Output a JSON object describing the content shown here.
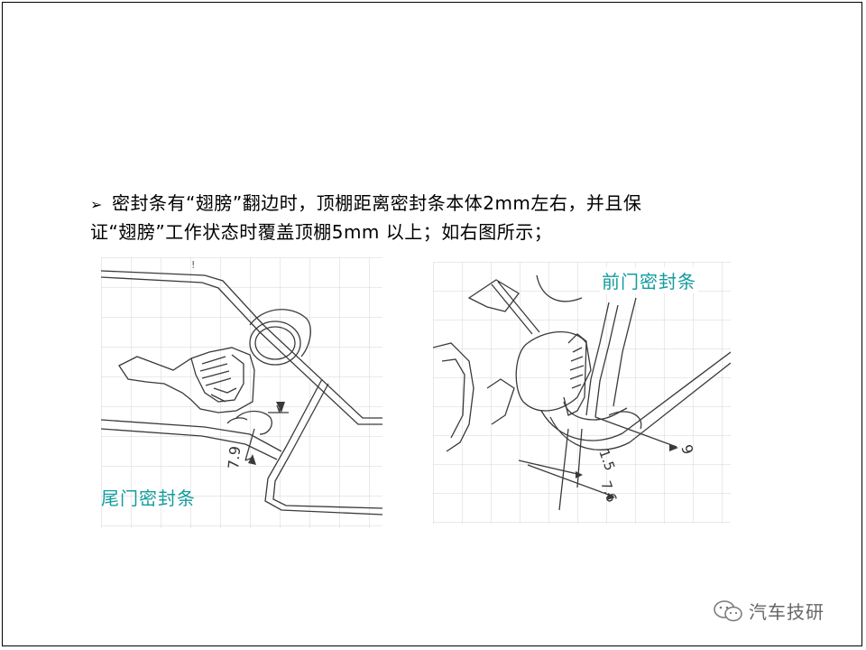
{
  "slide": {
    "bullet": {
      "glyph": "➢",
      "line1": "密封条有“翅膀”翻边时，顶棚距离密封条本体2mm左右，并且保",
      "line2": "证“翅膀”工作状态时覆盖顶棚5mm 以上；如右图所示；"
    },
    "figures": {
      "rear": {
        "label": "尾门密封条",
        "dimension": "7.9",
        "tick_mark": "!"
      },
      "front": {
        "label": "前门密封条",
        "dimensions": [
          "9",
          "1.5",
          "7.6"
        ]
      }
    },
    "watermark": {
      "icon": "wechat-icon",
      "text": "汽车技研"
    },
    "colors": {
      "label_teal": "#149c9c",
      "grid": "#d6d6d6",
      "line": "#3a3a3a"
    }
  }
}
